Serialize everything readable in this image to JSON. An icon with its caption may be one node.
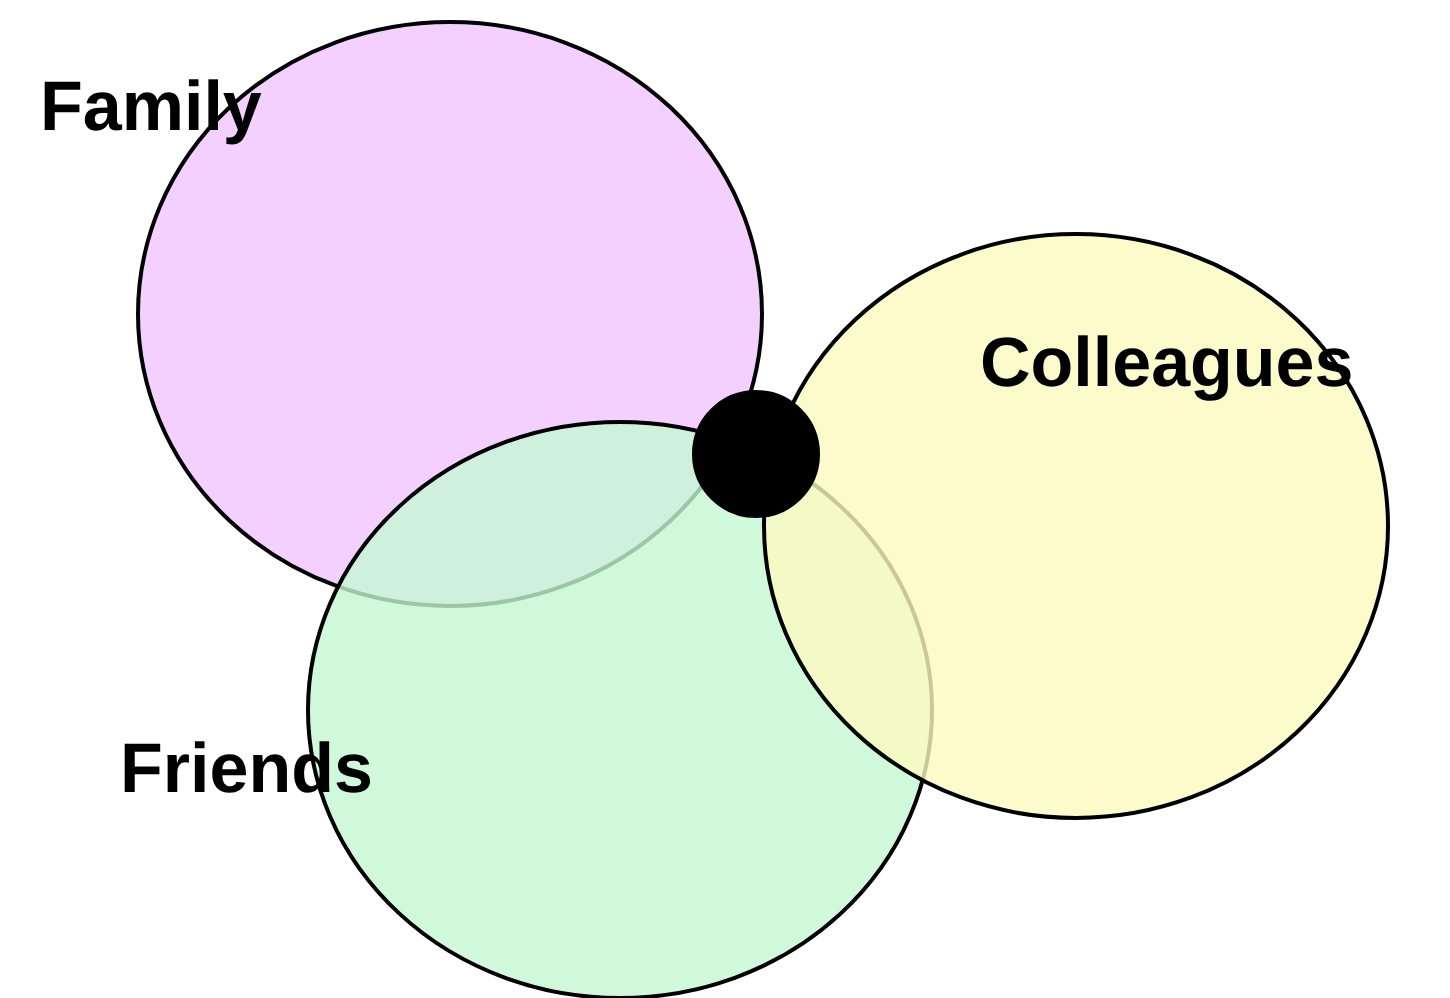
{
  "diagram": {
    "nodes": [
      {
        "text": [
          "Family"
        ]
      },
      {
        "text": [
          "Colleagues"
        ]
      },
      {
        "text": [
          "Friends"
        ]
      },
      {
        "text": [],
        "shape": "circle"
      }
    ],
    "edges": []
  }
}
